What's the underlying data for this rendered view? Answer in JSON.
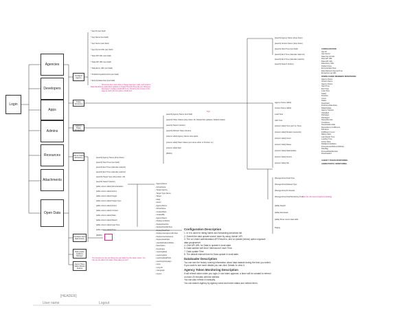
{
  "login": "Login",
  "menu": [
    "Agencies",
    "Developers",
    "Apps",
    "Admins",
    "Resources",
    "Attachments",
    "Open Data"
  ],
  "header": {
    "label": "[HEADER]",
    "user_name": "User name",
    "logout": "Logout"
  },
  "agency_fields": [
    "* App ID (text field)",
    "* App Name (text field)",
    "* App Secret (text field)",
    "* App Permit URL (text field)",
    "* Rest API URL (text field)",
    "* Data API URL (text field)",
    "* Data Entry URL (text field)",
    "* Publish/Unpublish Flow (text field)",
    "* Entry/Update Flow (text field)",
    "Data Sanitize"
  ],
  "agency_edit": "Configure Agency",
  "pink_note1": "Should the list is done after a change has been made, and should it be subscribed updated or Posted Through Home file you. Moreover, Developer's Update rebuild API it into, should be the content of the page by itself, with the option of 'Edit' icon.",
  "col2": [
    "Token Monitoring",
    "Agency Token Monitoring",
    "Admin Token Monitoring"
  ],
  "token_items": [
    "[search] Agency Name (text field)",
    "[search] Token Status (drop down: All, Default Not updated, Default Failed)",
    "[search] Search (button)",
    "[search] Refresh Token (button)",
    "[column label] Agency Name sorts alpha",
    "[column label] Token Status (sort done either to function on)",
    "[column label] Next",
    "[PDPS]"
  ],
  "token_tag": "Tips",
  "admin_items": [
    "[search] Agency Name (drop down)",
    "[search] Start Time (text field)",
    "[search] End Time (calendar selector)",
    "[search] End Time (calendar selector)",
    "[search] Target Type (drop down: All)",
    "[search] Search (button)",
    "[table column label] Administration",
    "[table column label] Action",
    "[table column label] Target",
    "[table column label] Target Type",
    "[table column label] Action",
    "[table column label] Context",
    "[table column label] Data",
    "[table column label] Result",
    "[table column label] Last Time",
    "[table column label] Time",
    "[PDPS]"
  ],
  "actions_list": [
    "- AgencyName",
    "- ActiveName",
    "- Target Agency",
    "- Target Type Name",
    "- Target",
    "- Data",
    "- Action",
    "- AgencyName",
    "- ActiveName",
    "- CreatedDate",
    "- CreatedBy",
    "- AgencyName",
    "- DeploymentFlow",
    "- DeployFlowInfo",
    "- DeployFlowIdleTime",
    "- DeployFlowPrice",
    "- DeployUserAgencyNumber",
    "- DeployUserActiveList",
    "- DeployDataState",
    "- UserDefineEventData",
    "- Description",
    "- Keyphrase",
    "- LearningRate",
    "- LearningAttrs",
    "- LearningDataPoint",
    "- LearningCampaign",
    "- Lines",
    "- Long ID",
    "- Usergraph",
    "- Layout"
  ],
  "open_data": [
    "Configure Open Data (button)",
    "Data Loader Guidance Manager",
    "Agency Token Status Monitor (button)"
  ],
  "pink_note2": "The function is in the cell. Being the user table from the latest. prefer. You can see the data in the table. Show data you use?",
  "desc": {
    "h1": "Configuration Description",
    "p1": [
      "1. In it is used for listing Name and forwarding describes list.",
      "2. Submit the data update source done by using ‘Admin’ API",
      "3. The on Under administration API Result in, and to Update (below) option organize",
      "data groupserver",
      "4. Give API URL for Data to update in local state.",
      "5. Data sanitize self-level ‘intersecond’ each Time.",
      "7. Data update Time",
      "8. The default interval time for Data update in local state."
    ],
    "h2": "Dataloader Description",
    "p2": [
      "You can see the history running information about data dataset during the time you select.",
      "If you want to see more details you can click ‘Details’ to view it."
    ],
    "h3": "Agency Token Monitoring Description",
    "p3": [
      "It will refresh token when you login, if one token appears, a timer will be created to refresh",
      "on each 20 minutes until the earliest.",
      "You can also refresh it manually.",
      "You can search Agency by agency name and token status and refresh them."
    ]
  },
  "right_top": [
    "[search] Agency Name (drop down)",
    "[search] Version Name (drop down)",
    "[search] Start Time (text field)",
    "[search] End Time (calendar radio list)",
    "[search] End Time (calendar selector)",
    "[search] Search (button)"
  ],
  "right_mid": [
    "Agency Name (label)",
    "Version Name (label)",
    "Load Time",
    "URL Time"
  ],
  "right_cols": [
    "[column label] Time (sort by Time)",
    "[column label] Duration (seconds)",
    "[column label] Count",
    "[column label] Status",
    "[column label] Data/Update",
    "[column label] Source",
    "[column label] File"
  ],
  "right_low": [
    "[Storage Row] Total Time",
    "[Storage Row] Deleted Type",
    "[Storage Row] To Results",
    "[Storage Row] Total Monitoring Time"
  ],
  "right_tip": "Tips: No info found (Apply for Ending)",
  "right_btns": [
    "[table] Search",
    "[table] Download",
    "[table] Show recent data table",
    "Paging"
  ],
  "config_list": [
    "CONFIGURATION",
    "App ID",
    "App Secret",
    "Data Permit URL",
    "Rest API URL",
    "Data API URL",
    "Data Entry URL",
    "Publish Flow",
    "Entry/Update Flow",
    "Data Refresh Interval Time",
    "Emptying Log URL"
  ],
  "download_list": [
    "DOWNLOADED MEMBERS MONITORING",
    "Agency Name",
    "Version Name",
    "Agency Name",
    "Start Time",
    "End Time",
    "Load Time",
    "Status",
    "Duration",
    "Count",
    "Status",
    "Download",
    "Finishing Data Data",
    "Data/Update",
    "Agency Version",
    "Uploaded",
    "Packages",
    "Packaged",
    "Dependencies",
    "Conditions",
    "Downloaded date",
    "Dependency Fulfillment",
    "Filename",
    "Fulfillment Count",
    "Rating Stars",
    "Last Result Time",
    "Loading Time",
    "Active Data",
    "DataExecuteDates",
    "ProcessListofAllContrib/Files",
    "Filterflag",
    "ProcessDataNumber",
    "Downloaded"
  ],
  "tail_list": [
    "AGENCY TOKEN MONITORING",
    "ADMIN PORTAL MONITORING"
  ]
}
